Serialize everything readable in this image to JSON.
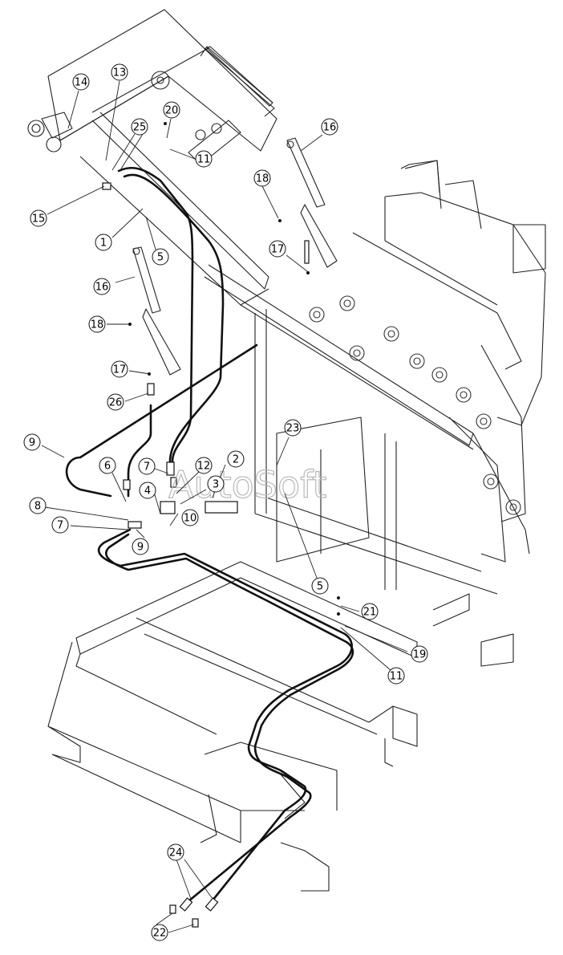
{
  "watermark": "AutoSoft",
  "callouts": [
    {
      "id": "c14",
      "text": "14"
    },
    {
      "id": "c13",
      "text": "13"
    },
    {
      "id": "c25",
      "text": "25"
    },
    {
      "id": "c20",
      "text": "20"
    },
    {
      "id": "c11a",
      "text": "11"
    },
    {
      "id": "c16a",
      "text": "16"
    },
    {
      "id": "c18a",
      "text": "18"
    },
    {
      "id": "c15",
      "text": "15"
    },
    {
      "id": "c1",
      "text": "1"
    },
    {
      "id": "c5a",
      "text": "5"
    },
    {
      "id": "c17a",
      "text": "17"
    },
    {
      "id": "c16b",
      "text": "16"
    },
    {
      "id": "c18b",
      "text": "18"
    },
    {
      "id": "c17b",
      "text": "17"
    },
    {
      "id": "c26",
      "text": "26"
    },
    {
      "id": "c9a",
      "text": "9"
    },
    {
      "id": "c23",
      "text": "23"
    },
    {
      "id": "c6",
      "text": "6"
    },
    {
      "id": "c7a",
      "text": "7"
    },
    {
      "id": "c12",
      "text": "12"
    },
    {
      "id": "c2",
      "text": "2"
    },
    {
      "id": "c3",
      "text": "3"
    },
    {
      "id": "c4",
      "text": "4"
    },
    {
      "id": "c8",
      "text": "8"
    },
    {
      "id": "c10",
      "text": "10"
    },
    {
      "id": "c7b",
      "text": "7"
    },
    {
      "id": "c9b",
      "text": "9"
    },
    {
      "id": "c5b",
      "text": "5"
    },
    {
      "id": "c21",
      "text": "21"
    },
    {
      "id": "c19",
      "text": "19"
    },
    {
      "id": "c11b",
      "text": "11"
    },
    {
      "id": "c24",
      "text": "24"
    },
    {
      "id": "c22",
      "text": "22"
    }
  ]
}
